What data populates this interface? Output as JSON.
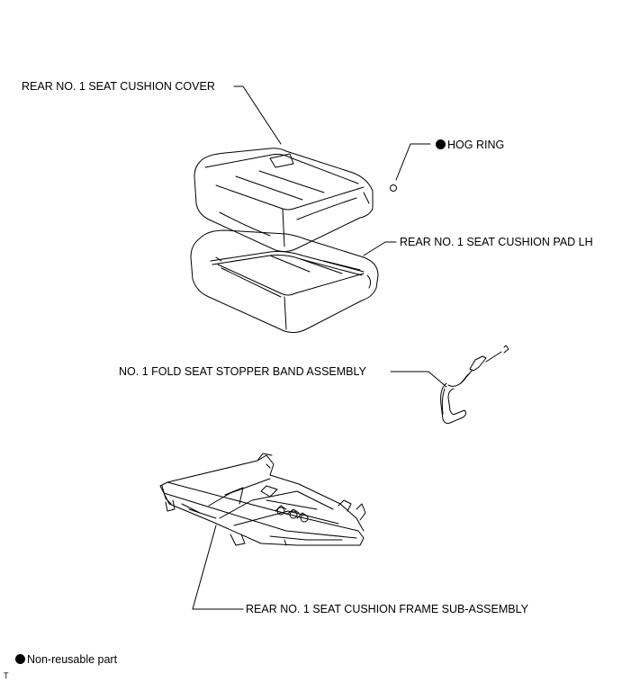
{
  "labels": {
    "cushion_cover": "REAR NO. 1 SEAT CUSHION COVER",
    "hog_ring": "HOG RING",
    "cushion_pad": "REAR NO. 1 SEAT CUSHION PAD LH",
    "stopper_band": "NO. 1 FOLD SEAT STOPPER BAND ASSEMBLY",
    "cushion_frame": "REAR NO. 1 SEAT CUSHION FRAME SUB-ASSEMBLY"
  },
  "legend": {
    "non_reusable": "Non-reusable part"
  },
  "footer": {
    "code": "T"
  },
  "symbols": {
    "non_reusable_marker": "filled-circle",
    "marker_color": "#000000"
  }
}
